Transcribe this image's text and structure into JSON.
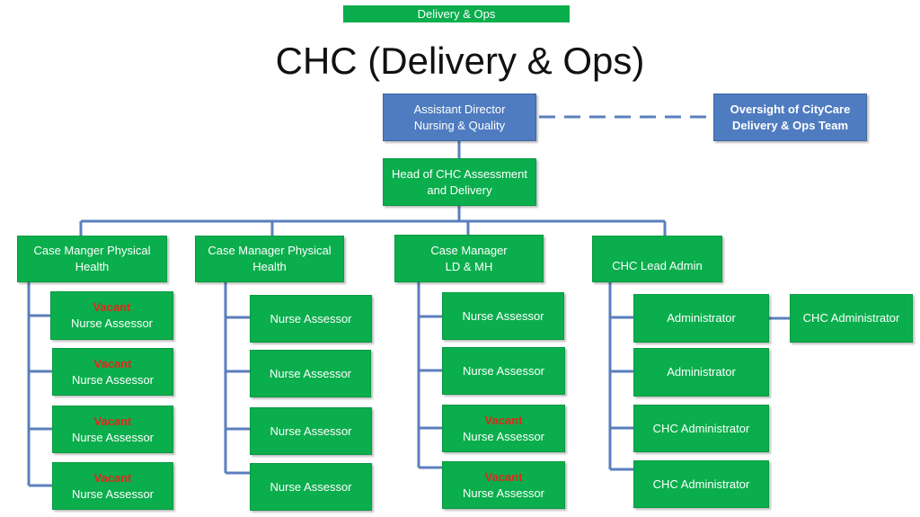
{
  "header": {
    "tag": "Delivery & Ops",
    "title": "CHC (Delivery & Ops)"
  },
  "top": {
    "director": [
      "Assistant Director",
      "Nursing & Quality"
    ],
    "oversight": [
      "Oversight of CityCare",
      "Delivery & Ops Team"
    ],
    "head": [
      "Head of CHC Assessment",
      "and Delivery"
    ]
  },
  "columns": [
    {
      "manager": [
        "Case Manger Physical",
        "Health"
      ],
      "items": [
        {
          "vacant": "Vacant",
          "role": "Nurse Assessor"
        },
        {
          "vacant": "Vacant",
          "role": "Nurse Assessor"
        },
        {
          "vacant": "Vacant",
          "role": "Nurse Assessor"
        },
        {
          "vacant": "Vacant",
          "role": "Nurse Assessor"
        }
      ]
    },
    {
      "manager": [
        "Case Manager Physical",
        "Health"
      ],
      "items": [
        {
          "role": "Nurse Assessor"
        },
        {
          "role": "Nurse Assessor"
        },
        {
          "role": "Nurse Assessor"
        },
        {
          "role": "Nurse Assessor"
        }
      ]
    },
    {
      "manager": [
        "Case Manager",
        "LD & MH"
      ],
      "items": [
        {
          "role": "Nurse Assessor"
        },
        {
          "role": "Nurse Assessor"
        },
        {
          "vacant": "Vacant",
          "role": "Nurse Assessor"
        },
        {
          "vacant": "Vacant",
          "role": "Nurse Assessor"
        }
      ]
    },
    {
      "manager": [
        "CHC Lead Admin"
      ],
      "items": [
        {
          "role": "Administrator"
        },
        {
          "role": "Administrator"
        },
        {
          "role": "CHC Administrator"
        },
        {
          "role": "CHC Administrator"
        }
      ]
    }
  ],
  "side": {
    "role": "CHC Administrator"
  },
  "colors": {
    "green": "#0aae4c",
    "blue": "#4f7cc0",
    "connector": "#5b7fbd",
    "vacant": "#e3261b"
  }
}
